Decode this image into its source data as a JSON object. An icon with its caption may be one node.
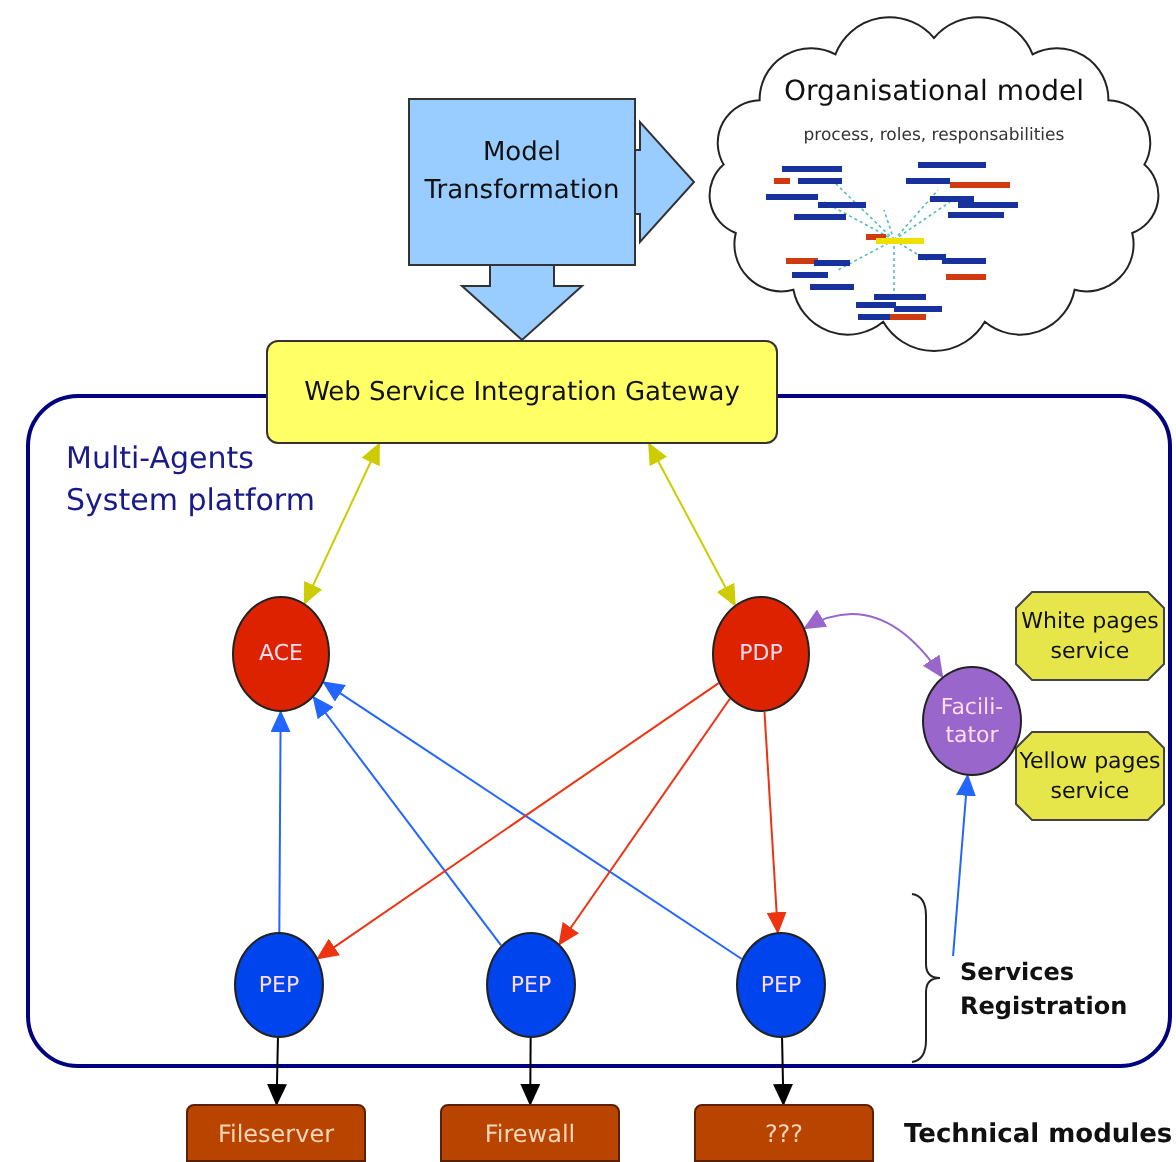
{
  "diagram": {
    "nodes": [
      {
        "text": [
          "Model Transformation"
        ]
      },
      {
        "text": [
          "Organisational model",
          "process, roles, responsabilities"
        ]
      },
      {
        "text": [
          "Web Service Integration Gateway"
        ]
      },
      {
        "text": [
          "Multi-Agents System platform"
        ]
      },
      {
        "text": [
          "ACE"
        ],
        "in": 3
      },
      {
        "text": [
          "PDP"
        ],
        "in": 3
      },
      {
        "text": [
          "White pages service"
        ],
        "in": 3
      },
      {
        "text": [
          "Facili- tator"
        ],
        "in": 3
      },
      {
        "text": [
          "Yellow pages service"
        ],
        "in": 3
      },
      {
        "text": [
          "PEP"
        ],
        "in": 3
      },
      {
        "text": [
          "PEP"
        ],
        "in": 3
      },
      {
        "text": [
          "PEP"
        ],
        "in": 3
      },
      {
        "text": [
          "Services Registration"
        ],
        "in": 3
      },
      {
        "text": [
          "Fileserver"
        ]
      },
      {
        "text": [
          "Firewall"
        ]
      },
      {
        "text": [
          "???"
        ]
      }
    ],
    "edges": [
      {
        "from": 2,
        "to": 4,
        "arrow": "both",
        "color": "#cccc00"
      },
      {
        "from": 2,
        "to": 5,
        "arrow": "both",
        "color": "#cccc00"
      },
      {
        "from": 5,
        "to": 7,
        "arrow": "both",
        "color": "#9966cc"
      },
      {
        "from": 9,
        "to": 4,
        "arrow": "to",
        "color": "#2266ff"
      },
      {
        "from": 10,
        "to": 4,
        "arrow": "to",
        "color": "#2266ff"
      },
      {
        "from": 11,
        "to": 4,
        "arrow": "to",
        "color": "#2266ff"
      },
      {
        "from": 5,
        "to": 9,
        "arrow": "to",
        "color": "#ee3311"
      },
      {
        "from": 5,
        "to": 10,
        "arrow": "to",
        "color": "#ee3311"
      },
      {
        "from": 5,
        "to": 11,
        "arrow": "to",
        "color": "#ee3311"
      },
      {
        "from": 12,
        "to": 7,
        "arrow": "to",
        "color": "#2266ff"
      },
      {
        "from": 9,
        "to": 13,
        "arrow": "to",
        "color": "#000000"
      },
      {
        "from": 10,
        "to": 14,
        "arrow": "to",
        "color": "#000000"
      },
      {
        "from": 11,
        "to": 15,
        "arrow": "to",
        "color": "#000000"
      },
      {
        "from": 0,
        "to": 1,
        "arrow": "to",
        "color": "#99ccff"
      },
      {
        "from": 0,
        "to": 2,
        "arrow": "to",
        "color": "#99ccff"
      }
    ],
    "labels": [
      "Technical modules"
    ]
  }
}
